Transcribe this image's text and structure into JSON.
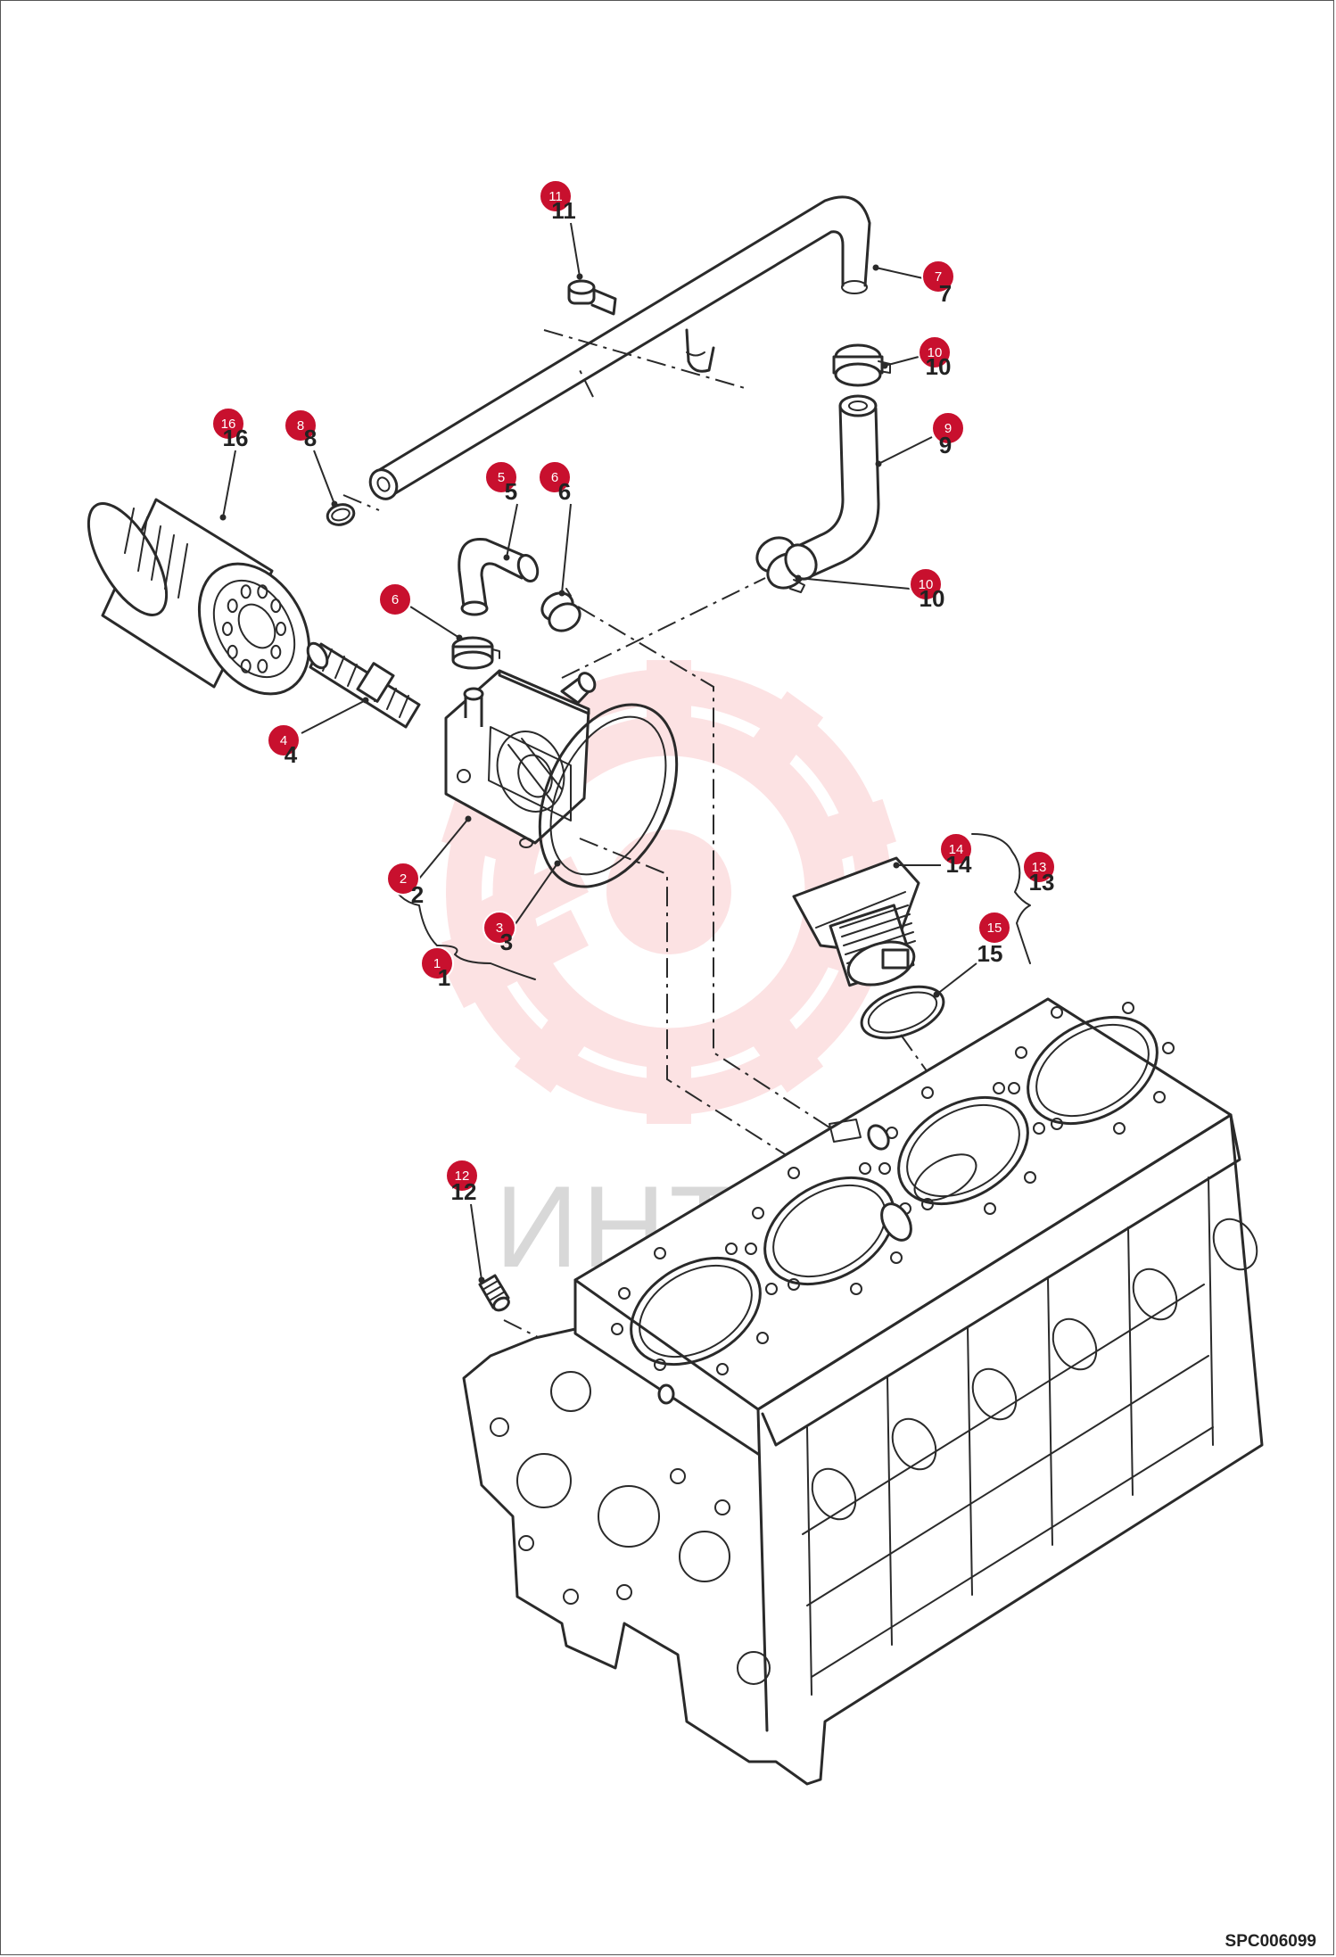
{
  "drawing_code": "SPC006099",
  "watermark": {
    "text": "ИНТЕХ",
    "color": "#e5232d"
  },
  "badge_color": "#c8102e",
  "callouts": [
    {
      "id": "1",
      "badge": "1",
      "label": "1"
    },
    {
      "id": "2",
      "badge": "2",
      "label": "2"
    },
    {
      "id": "3",
      "badge": "3",
      "label": "3"
    },
    {
      "id": "4",
      "badge": "4",
      "label": "4"
    },
    {
      "id": "5",
      "badge": "5",
      "label": "5"
    },
    {
      "id": "6a",
      "badge": "6",
      "label": "6"
    },
    {
      "id": "6b",
      "badge": "6",
      "label": ""
    },
    {
      "id": "7",
      "badge": "7",
      "label": "7"
    },
    {
      "id": "8",
      "badge": "8",
      "label": "8"
    },
    {
      "id": "9",
      "badge": "9",
      "label": "9"
    },
    {
      "id": "10a",
      "badge": "10",
      "label": "10"
    },
    {
      "id": "10b",
      "badge": "10",
      "label": "10"
    },
    {
      "id": "11",
      "badge": "11",
      "label": "11"
    },
    {
      "id": "12",
      "badge": "12",
      "label": "12"
    },
    {
      "id": "13",
      "badge": "13",
      "label": "13"
    },
    {
      "id": "14",
      "badge": "14",
      "label": "14"
    },
    {
      "id": "15",
      "badge": "15",
      "label": "15"
    },
    {
      "id": "16",
      "badge": "16",
      "label": "16"
    }
  ]
}
